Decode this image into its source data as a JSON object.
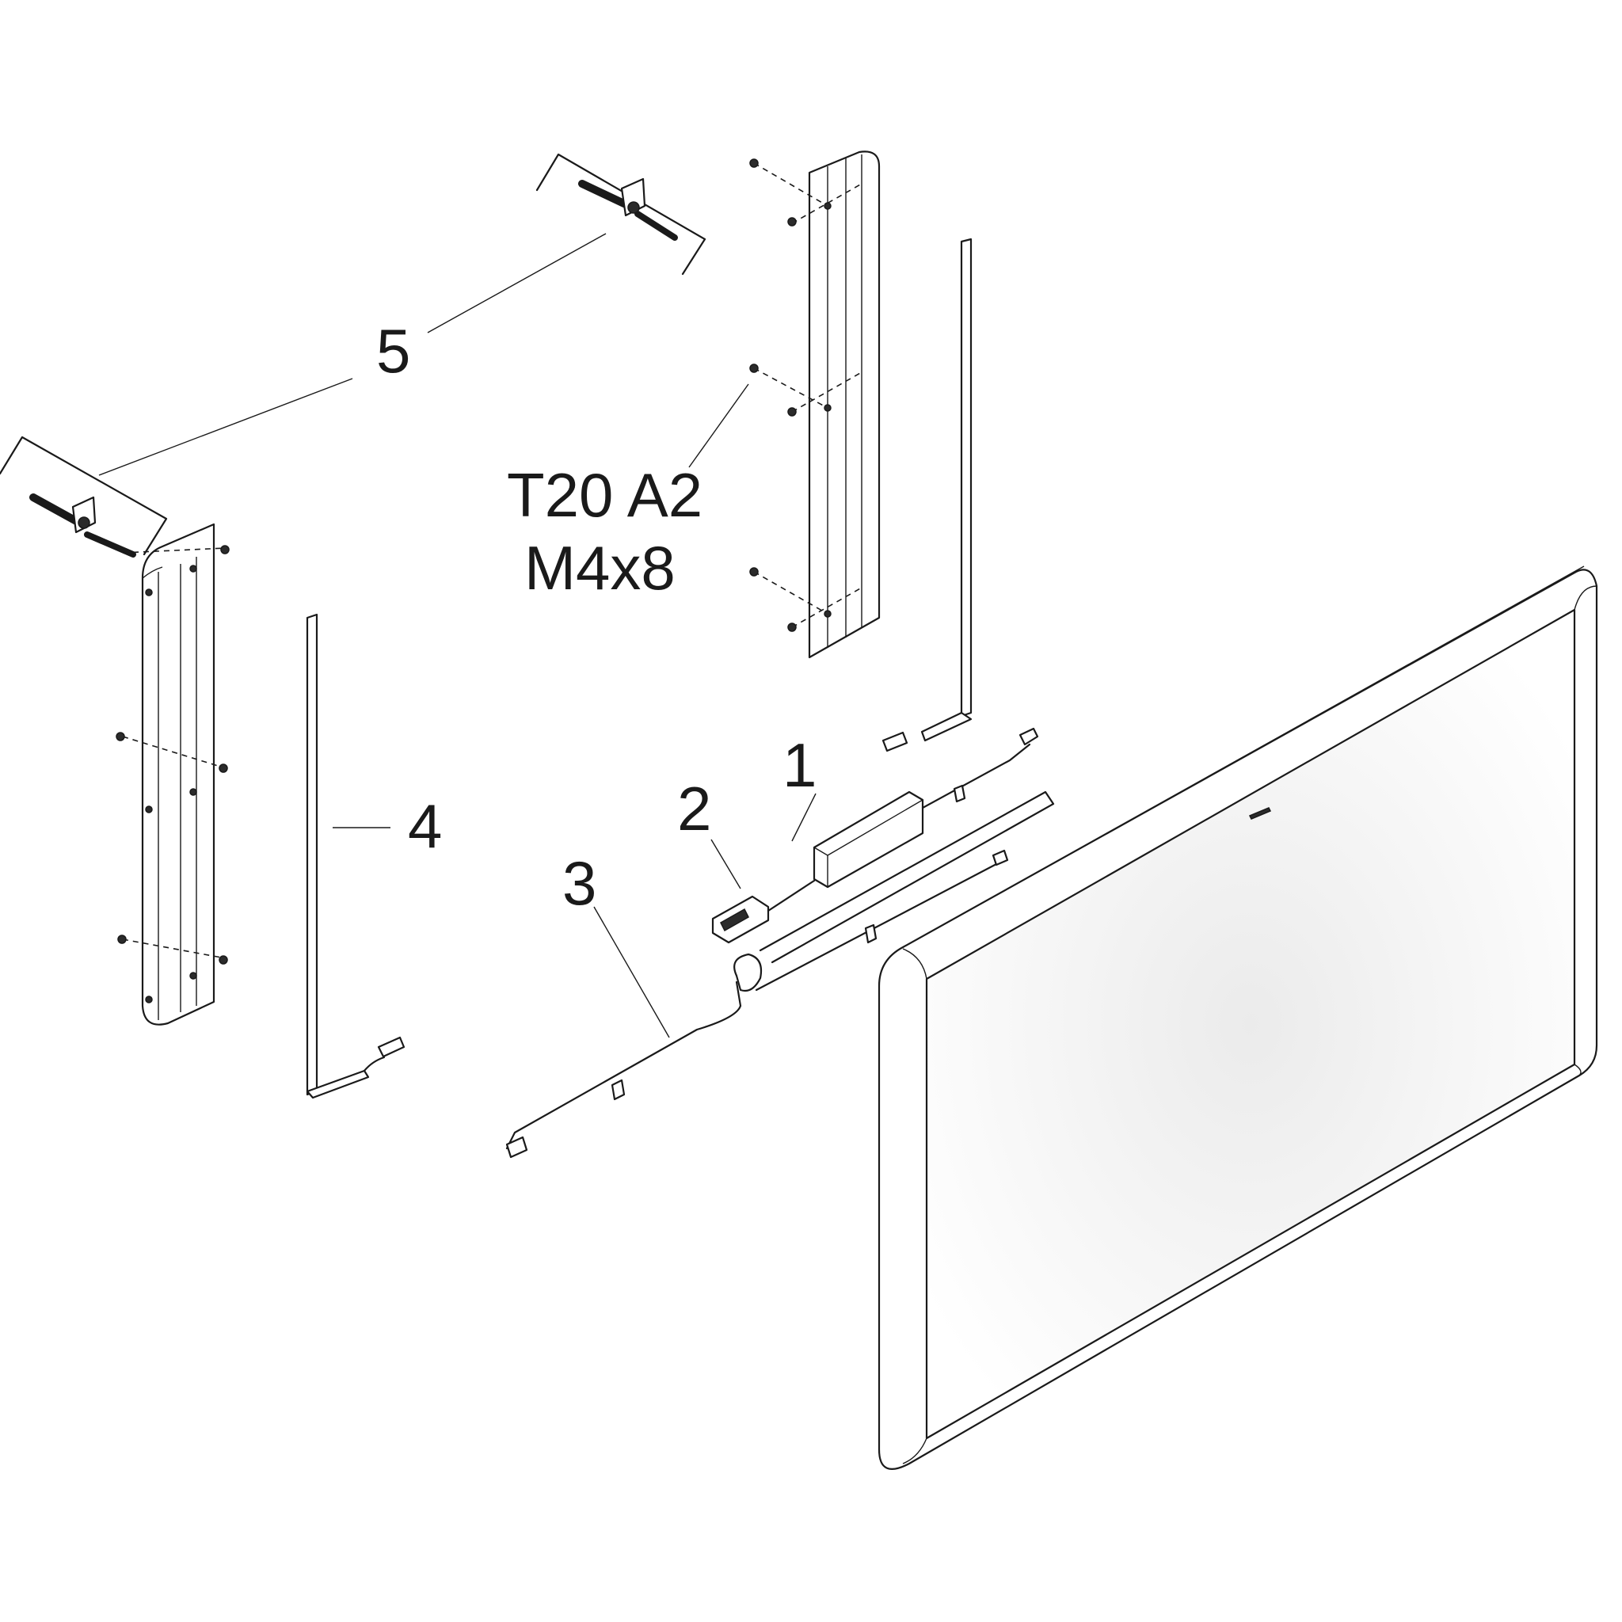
{
  "callouts": {
    "c1": "1",
    "c2": "2",
    "c3": "3",
    "c4": "4",
    "c5": "5"
  },
  "screw_spec": {
    "line1": "T20 A2",
    "line2": "M4x8"
  },
  "colors": {
    "line": "#1a1a1a",
    "mirror_glass": "#f2f2f2",
    "background": "#ffffff"
  }
}
